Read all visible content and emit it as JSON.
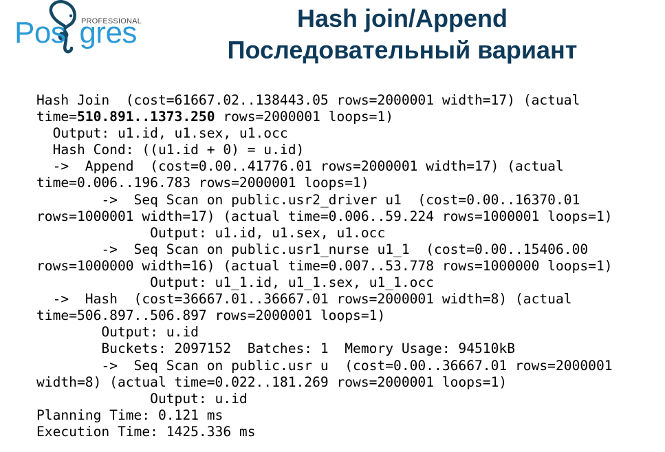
{
  "logo": {
    "word": "Postgres",
    "subtitle": "PROFESSIONAL",
    "colors": {
      "word": "#2a9ad6",
      "elephant": "#144865",
      "subtitle": "#4c4c4c"
    }
  },
  "title": {
    "line1": "Hash join/Append",
    "line2": "Последовательный вариант",
    "color": "#0e3a5a"
  },
  "plan": {
    "lines": [
      {
        "pre": "Hash Join  (cost=61667.02..138443.05 rows=2000001 width=17) (actual",
        "bold": "",
        "post": ""
      },
      {
        "pre": "time=",
        "bold": "510.891..1373.250",
        "post": " rows=2000001 loops=1)"
      },
      {
        "pre": "  Output: u1.id, u1.sex, u1.occ",
        "bold": "",
        "post": ""
      },
      {
        "pre": "  Hash Cond: ((u1.id + 0) = u.id)",
        "bold": "",
        "post": ""
      },
      {
        "pre": "  ->  Append  (cost=0.00..41776.01 rows=2000001 width=17) (actual",
        "bold": "",
        "post": ""
      },
      {
        "pre": "time=0.006..196.783 rows=2000001 loops=1)",
        "bold": "",
        "post": ""
      },
      {
        "pre": "        ->  Seq Scan on public.usr2_driver u1  (cost=0.00..16370.01",
        "bold": "",
        "post": ""
      },
      {
        "pre": "rows=1000001 width=17) (actual time=0.006..59.224 rows=1000001 loops=1)",
        "bold": "",
        "post": ""
      },
      {
        "pre": "              Output: u1.id, u1.sex, u1.occ",
        "bold": "",
        "post": ""
      },
      {
        "pre": "        ->  Seq Scan on public.usr1_nurse u1_1  (cost=0.00..15406.00",
        "bold": "",
        "post": ""
      },
      {
        "pre": "rows=1000000 width=16) (actual time=0.007..53.778 rows=1000000 loops=1)",
        "bold": "",
        "post": ""
      },
      {
        "pre": "              Output: u1_1.id, u1_1.sex, u1_1.occ",
        "bold": "",
        "post": ""
      },
      {
        "pre": "  ->  Hash  (cost=36667.01..36667.01 rows=2000001 width=8) (actual",
        "bold": "",
        "post": ""
      },
      {
        "pre": "time=506.897..506.897 rows=2000001 loops=1)",
        "bold": "",
        "post": ""
      },
      {
        "pre": "        Output: u.id",
        "bold": "",
        "post": ""
      },
      {
        "pre": "        Buckets: 2097152  Batches: 1  Memory Usage: 94510kB",
        "bold": "",
        "post": ""
      },
      {
        "pre": "        ->  Seq Scan on public.usr u  (cost=0.00..36667.01 rows=2000001",
        "bold": "",
        "post": ""
      },
      {
        "pre": "width=8) (actual time=0.022..181.269 rows=2000001 loops=1)",
        "bold": "",
        "post": ""
      },
      {
        "pre": "              Output: u.id",
        "bold": "",
        "post": ""
      },
      {
        "pre": "Planning Time: 0.121 ms",
        "bold": "",
        "post": ""
      },
      {
        "pre": "Execution Time: 1425.336 ms",
        "bold": "",
        "post": ""
      }
    ]
  }
}
